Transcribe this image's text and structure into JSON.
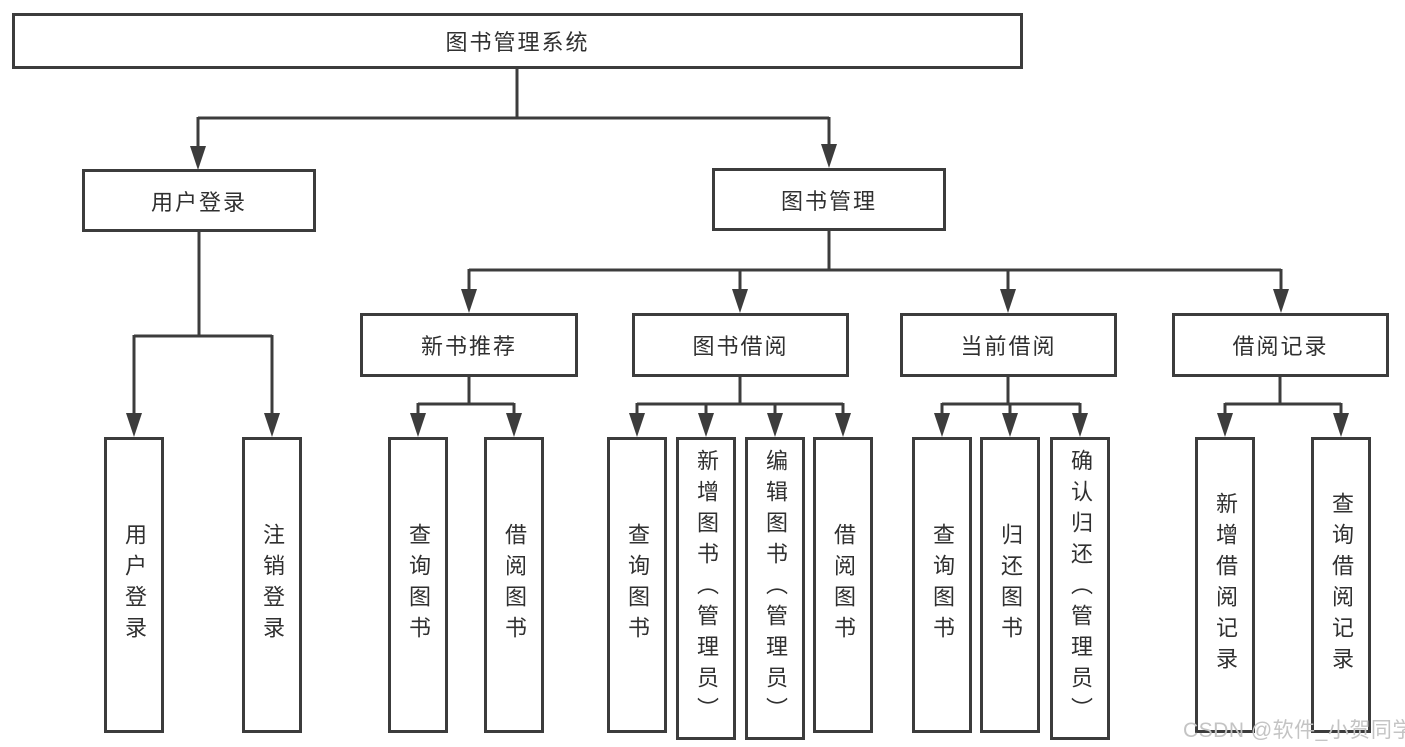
{
  "diagram": {
    "root": "图书管理系统",
    "level1": {
      "login": "用户登录",
      "manage": "图书管理"
    },
    "level2": {
      "new_books": "新书推荐",
      "borrow": "图书借阅",
      "current": "当前借阅",
      "records": "借阅记录"
    },
    "leaves": {
      "login": [
        "用户登录",
        "注销登录"
      ],
      "new_books": [
        "查询图书",
        "借阅图书"
      ],
      "borrow": [
        "查询图书",
        "新增图书（管理员）",
        "编辑图书（管理员）",
        "借阅图书"
      ],
      "current": [
        "查询图书",
        "归还图书",
        "确认归还（管理员）"
      ],
      "records": [
        "新增借阅记录",
        "查询借阅记录"
      ]
    },
    "watermark": "CSDN @软件_小贺同学"
  },
  "colors": {
    "line": "#3c3c3c",
    "text": "#303030",
    "watermark": "#c4c4c4",
    "background": "#ffffff"
  }
}
